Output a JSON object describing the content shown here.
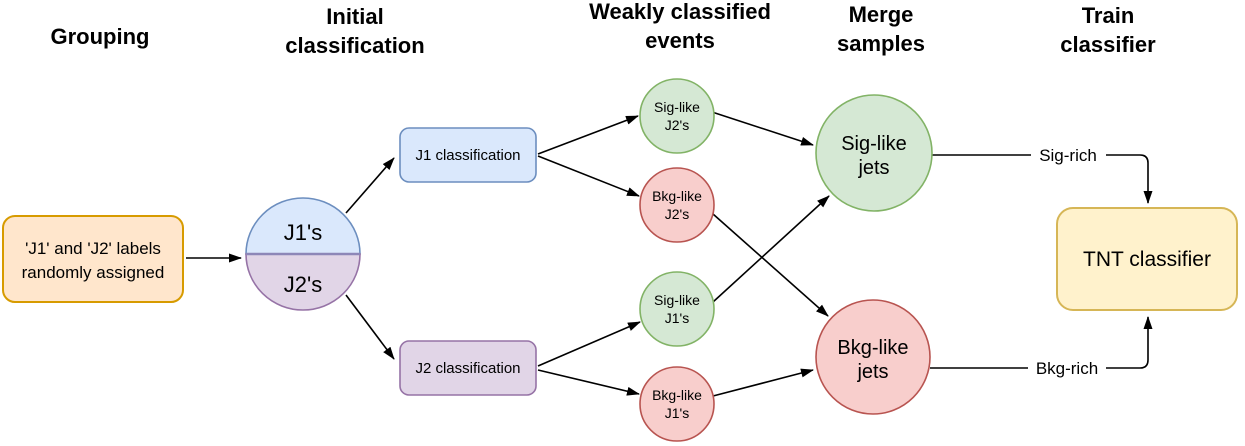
{
  "headers": [
    {
      "lines": [
        "Grouping"
      ]
    },
    {
      "lines": [
        "Initial",
        "classification"
      ]
    },
    {
      "lines": [
        "Weakly classified",
        "events"
      ]
    },
    {
      "lines": [
        "Merge",
        "samples"
      ]
    },
    {
      "lines": [
        "Train",
        "classifier"
      ]
    }
  ],
  "nodes": {
    "grouping_box": {
      "lines": [
        "'J1' and 'J2' labels",
        "randomly assigned"
      ]
    },
    "split_circle": {
      "top": "J1's",
      "bottom": "J2's"
    },
    "j1_classification": {
      "label": "J1 classification"
    },
    "j2_classification": {
      "label": "J2 classification"
    },
    "sig_like_j2": {
      "lines": [
        "Sig-like",
        "J2's"
      ]
    },
    "bkg_like_j2": {
      "lines": [
        "Bkg-like",
        "J2's"
      ]
    },
    "sig_like_j1": {
      "lines": [
        "Sig-like",
        "J1's"
      ]
    },
    "bkg_like_j1": {
      "lines": [
        "Bkg-like",
        "J1's"
      ]
    },
    "sig_like_jets": {
      "lines": [
        "Sig-like",
        "jets"
      ]
    },
    "bkg_like_jets": {
      "lines": [
        "Bkg-like",
        "jets"
      ]
    },
    "tnt_classifier": {
      "label": "TNT classifier"
    }
  },
  "edge_labels": {
    "sig_rich": "Sig-rich",
    "bkg_rich": "Bkg-rich"
  },
  "colors": {
    "blue_fill": "#dae8fc",
    "blue_stroke": "#6c8ebf",
    "purple_fill": "#e1d5e7",
    "purple_stroke": "#9673a6",
    "green_fill": "#d5e8d4",
    "green_stroke": "#82b366",
    "red_fill": "#f8cecc",
    "red_stroke": "#b85450",
    "orange_fill": "#ffe6cc",
    "orange_stroke": "#d79b00",
    "yellow_fill": "#fff2cc",
    "yellow_stroke": "#d6b656",
    "arrow": "#000000",
    "text": "#000000",
    "background": "#ffffff"
  }
}
